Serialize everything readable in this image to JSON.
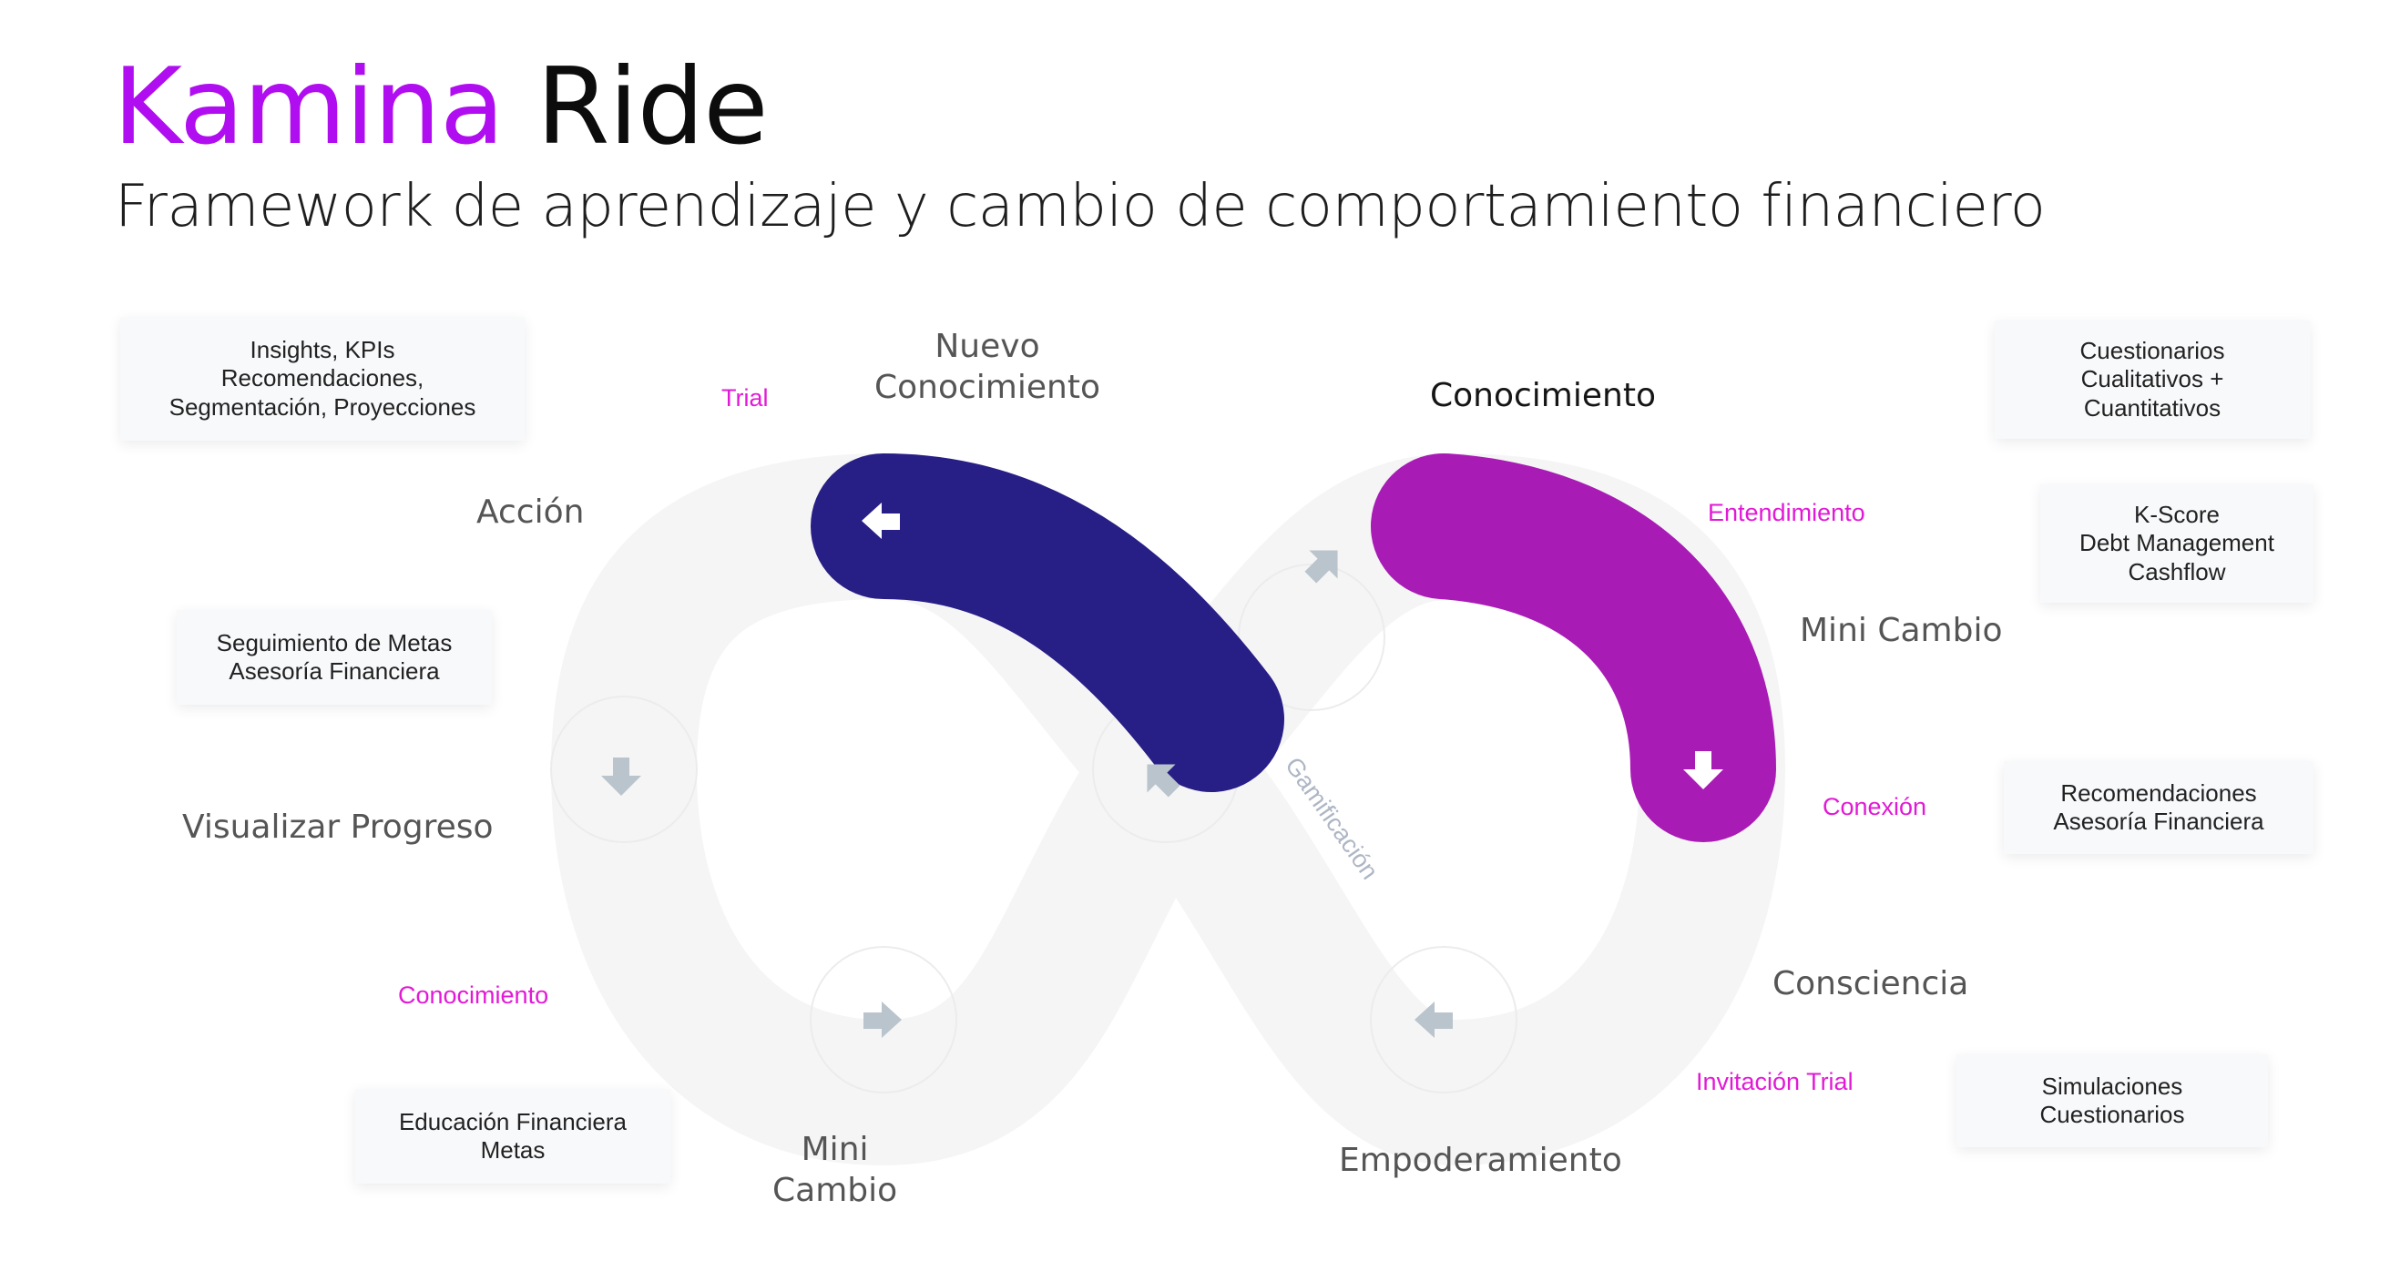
{
  "title": {
    "brand": "Kamina",
    "rest": "Ride"
  },
  "subtitle": "Framework de aprendizaje y cambio de comportamiento financiero",
  "colors": {
    "brand": "#b00ef0",
    "navy": "#271e86",
    "magenta": "#a81bb5",
    "pink_tag": "#e21ad6",
    "track": "#f5f5f5",
    "arrow_grey": "#b9c4cc"
  },
  "stages": {
    "nuevo_conocimiento": [
      "Nuevo",
      "Conocimiento"
    ],
    "accion": "Acción",
    "visualizar_progreso": "Visualizar Progreso",
    "mini_cambio_left": [
      "Mini",
      "Cambio"
    ],
    "conocimiento_right": "Conocimiento",
    "mini_cambio_right": "Mini Cambio",
    "consciencia": "Consciencia",
    "empoderamiento": "Empoderamiento",
    "gamificacion": "Gamificación"
  },
  "tags": {
    "trial": "Trial",
    "conocimiento": "Conocimiento",
    "entendimiento": "Entendimiento",
    "conexion": "Conexión",
    "invitacion_trial": "Invitación Trial"
  },
  "boxes": {
    "insights": [
      "Insights, KPIs",
      "Recomendaciones,",
      "Segmentación, Proyecciones"
    ],
    "seguimiento": [
      "Seguimiento de Metas",
      "Asesoría Financiera"
    ],
    "educacion": [
      "Educación Financiera",
      "Metas"
    ],
    "cuestionarios": [
      "Cuestionarios",
      "Cualitativos +",
      "Cuantitativos"
    ],
    "kscore": [
      "K-Score",
      "Debt Management",
      "Cashflow"
    ],
    "recomendaciones": [
      "Recomendaciones",
      "Asesoría Financiera"
    ],
    "simulaciones": [
      "Simulaciones",
      "Cuestionarios"
    ]
  }
}
